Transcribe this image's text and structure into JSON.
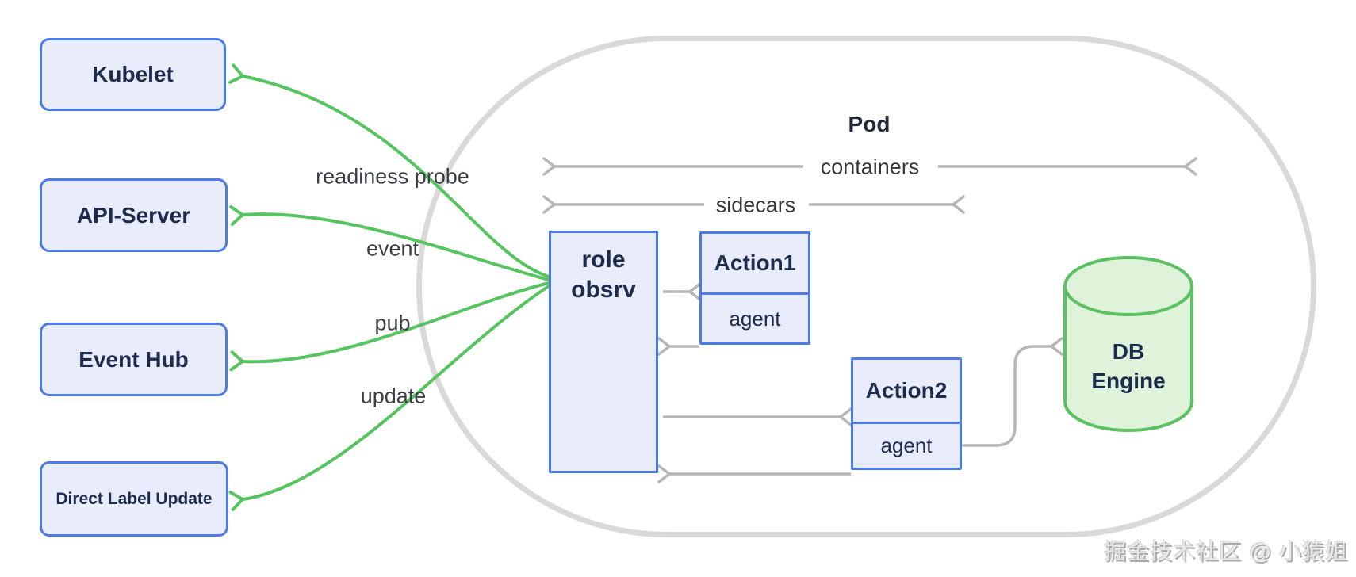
{
  "colors": {
    "node_border": "#4a7be8",
    "node_fill": "#e8ecfb",
    "node_text": "#1d2b4e",
    "edge_green": "#56c45f",
    "db_fill": "#def3da",
    "db_stroke": "#5cc162",
    "arrow_gray": "#b4b6b8",
    "pod_border": "#d9d9d9",
    "label_text": "#3a3f46"
  },
  "external_nodes": [
    {
      "label": "Kubelet"
    },
    {
      "label": "API-Server"
    },
    {
      "label": "Event Hub"
    },
    {
      "label": "Direct Label Update"
    }
  ],
  "edge_labels": [
    {
      "label": "readiness probe"
    },
    {
      "label": "event"
    },
    {
      "label": "pub"
    },
    {
      "label": "update"
    }
  ],
  "pod": {
    "title": "Pod",
    "span_arrows": [
      {
        "label": "containers"
      },
      {
        "label": "sidecars"
      }
    ],
    "role_node": {
      "lines": {
        "0": "role",
        "1": "obsrv"
      }
    },
    "action_nodes": [
      {
        "title": "Action1",
        "sub_label": "agent"
      },
      {
        "title": "Action2",
        "sub_label": "agent"
      }
    ],
    "db_node": {
      "lines": {
        "0": "DB",
        "1": "Engine"
      }
    }
  },
  "watermark": "掘金技术社区 @ 小猿姐"
}
